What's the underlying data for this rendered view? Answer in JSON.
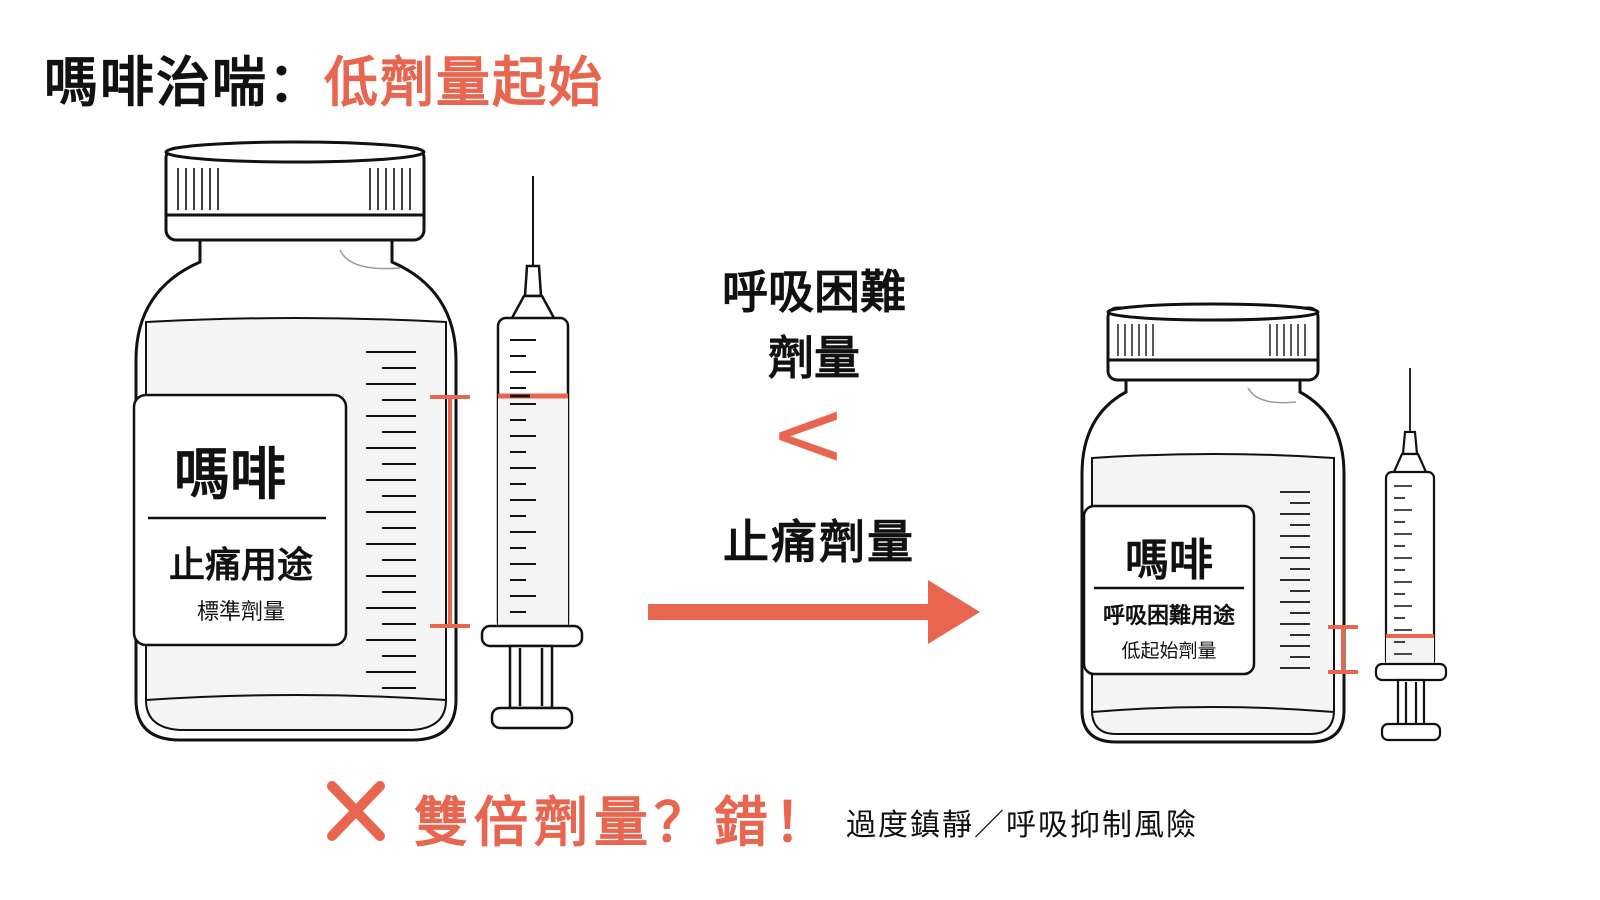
{
  "title": {
    "main": "嗎啡治喘：",
    "highlight": "低劑量起始"
  },
  "left_bottle": {
    "drug": "嗎啡",
    "use": "止痛用途",
    "dose": "標準劑量"
  },
  "right_bottle": {
    "drug": "嗎啡",
    "use": "呼吸困難用途",
    "dose": "低起始劑量"
  },
  "comparison": {
    "top_line1": "呼吸困難",
    "top_line2": "劑量",
    "symbol": "<",
    "bottom": "止痛劑量"
  },
  "warning": {
    "mark": "✕",
    "text": "雙倍劑量？錯！",
    "note": "過度鎮靜／呼吸抑制風險"
  },
  "colors": {
    "accent": "#e8654f",
    "ink": "#111111",
    "glass_fill": "#f4f4f4"
  }
}
